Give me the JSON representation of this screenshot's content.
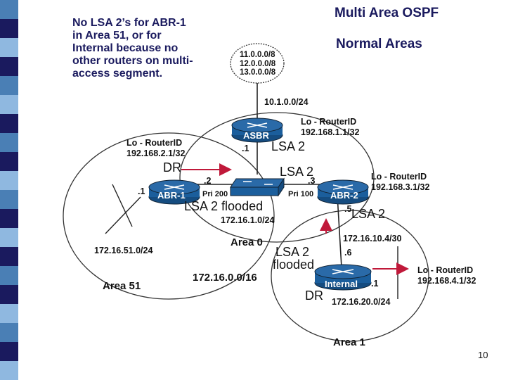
{
  "title": "Multi Area OSPF",
  "subtitle": "Normal Areas",
  "note": "No LSA 2’s for ABR-1\nin Area 51, or for\nInternal because no\nother routers on multi-\naccess segment.",
  "cloud": {
    "networks": [
      "11.0.0.0/8",
      "12.0.0.0/8",
      "13.0.0.0/8"
    ]
  },
  "asbr": {
    "name": "ASBR",
    "loopback_label": "Lo - RouterID",
    "loopback_ip": "192.168.1.1/32",
    "uplink": "10.1.0.0/24",
    "iface": ".1"
  },
  "abr1": {
    "name": "ABR-1",
    "loopback_label": "Lo - RouterID",
    "loopback_ip": "192.168.2.1/32",
    "iface_area0": ".2",
    "iface_area51": ".1",
    "priority": "Pri 200",
    "role": "DR"
  },
  "abr2": {
    "name": "ABR-2",
    "loopback_label": "Lo - RouterID",
    "loopback_ip": "192.168.3.1/32",
    "iface_area0": ".3",
    "iface_area1": ".5",
    "priority": "Pri 100"
  },
  "internal": {
    "name": "Internal",
    "loopback_label": "Lo - RouterID",
    "loopback_ip": "192.168.4.1/32",
    "iface_up": ".6",
    "iface_lan": ".1",
    "role": "DR"
  },
  "networks": {
    "area0_lan": "172.16.1.0/24",
    "area51_lan": "172.16.51.0/24",
    "area1_link": "172.16.10.4/30",
    "area1_lan": "172.16.20.0/24",
    "summary": "172.16.0.0/16"
  },
  "areas": {
    "area0": "Area 0",
    "area51": "Area 51",
    "area1": "Area 1"
  },
  "lsa": {
    "asbr": "LSA 2",
    "abr2_in": "LSA 2",
    "abr1_flooded": "LSA 2 flooded",
    "abr2_out": "LSA 2",
    "area1_flooded_line1": "LSA 2",
    "area1_flooded_line2": "flooded"
  },
  "page_number": "10",
  "colors": {
    "router": "#1b5e9c",
    "arrow": "#c0193a",
    "stripe_dark": "#1a1a5e",
    "stripe_mid": "#4a7fb5",
    "stripe_light": "#8fb8e0"
  }
}
